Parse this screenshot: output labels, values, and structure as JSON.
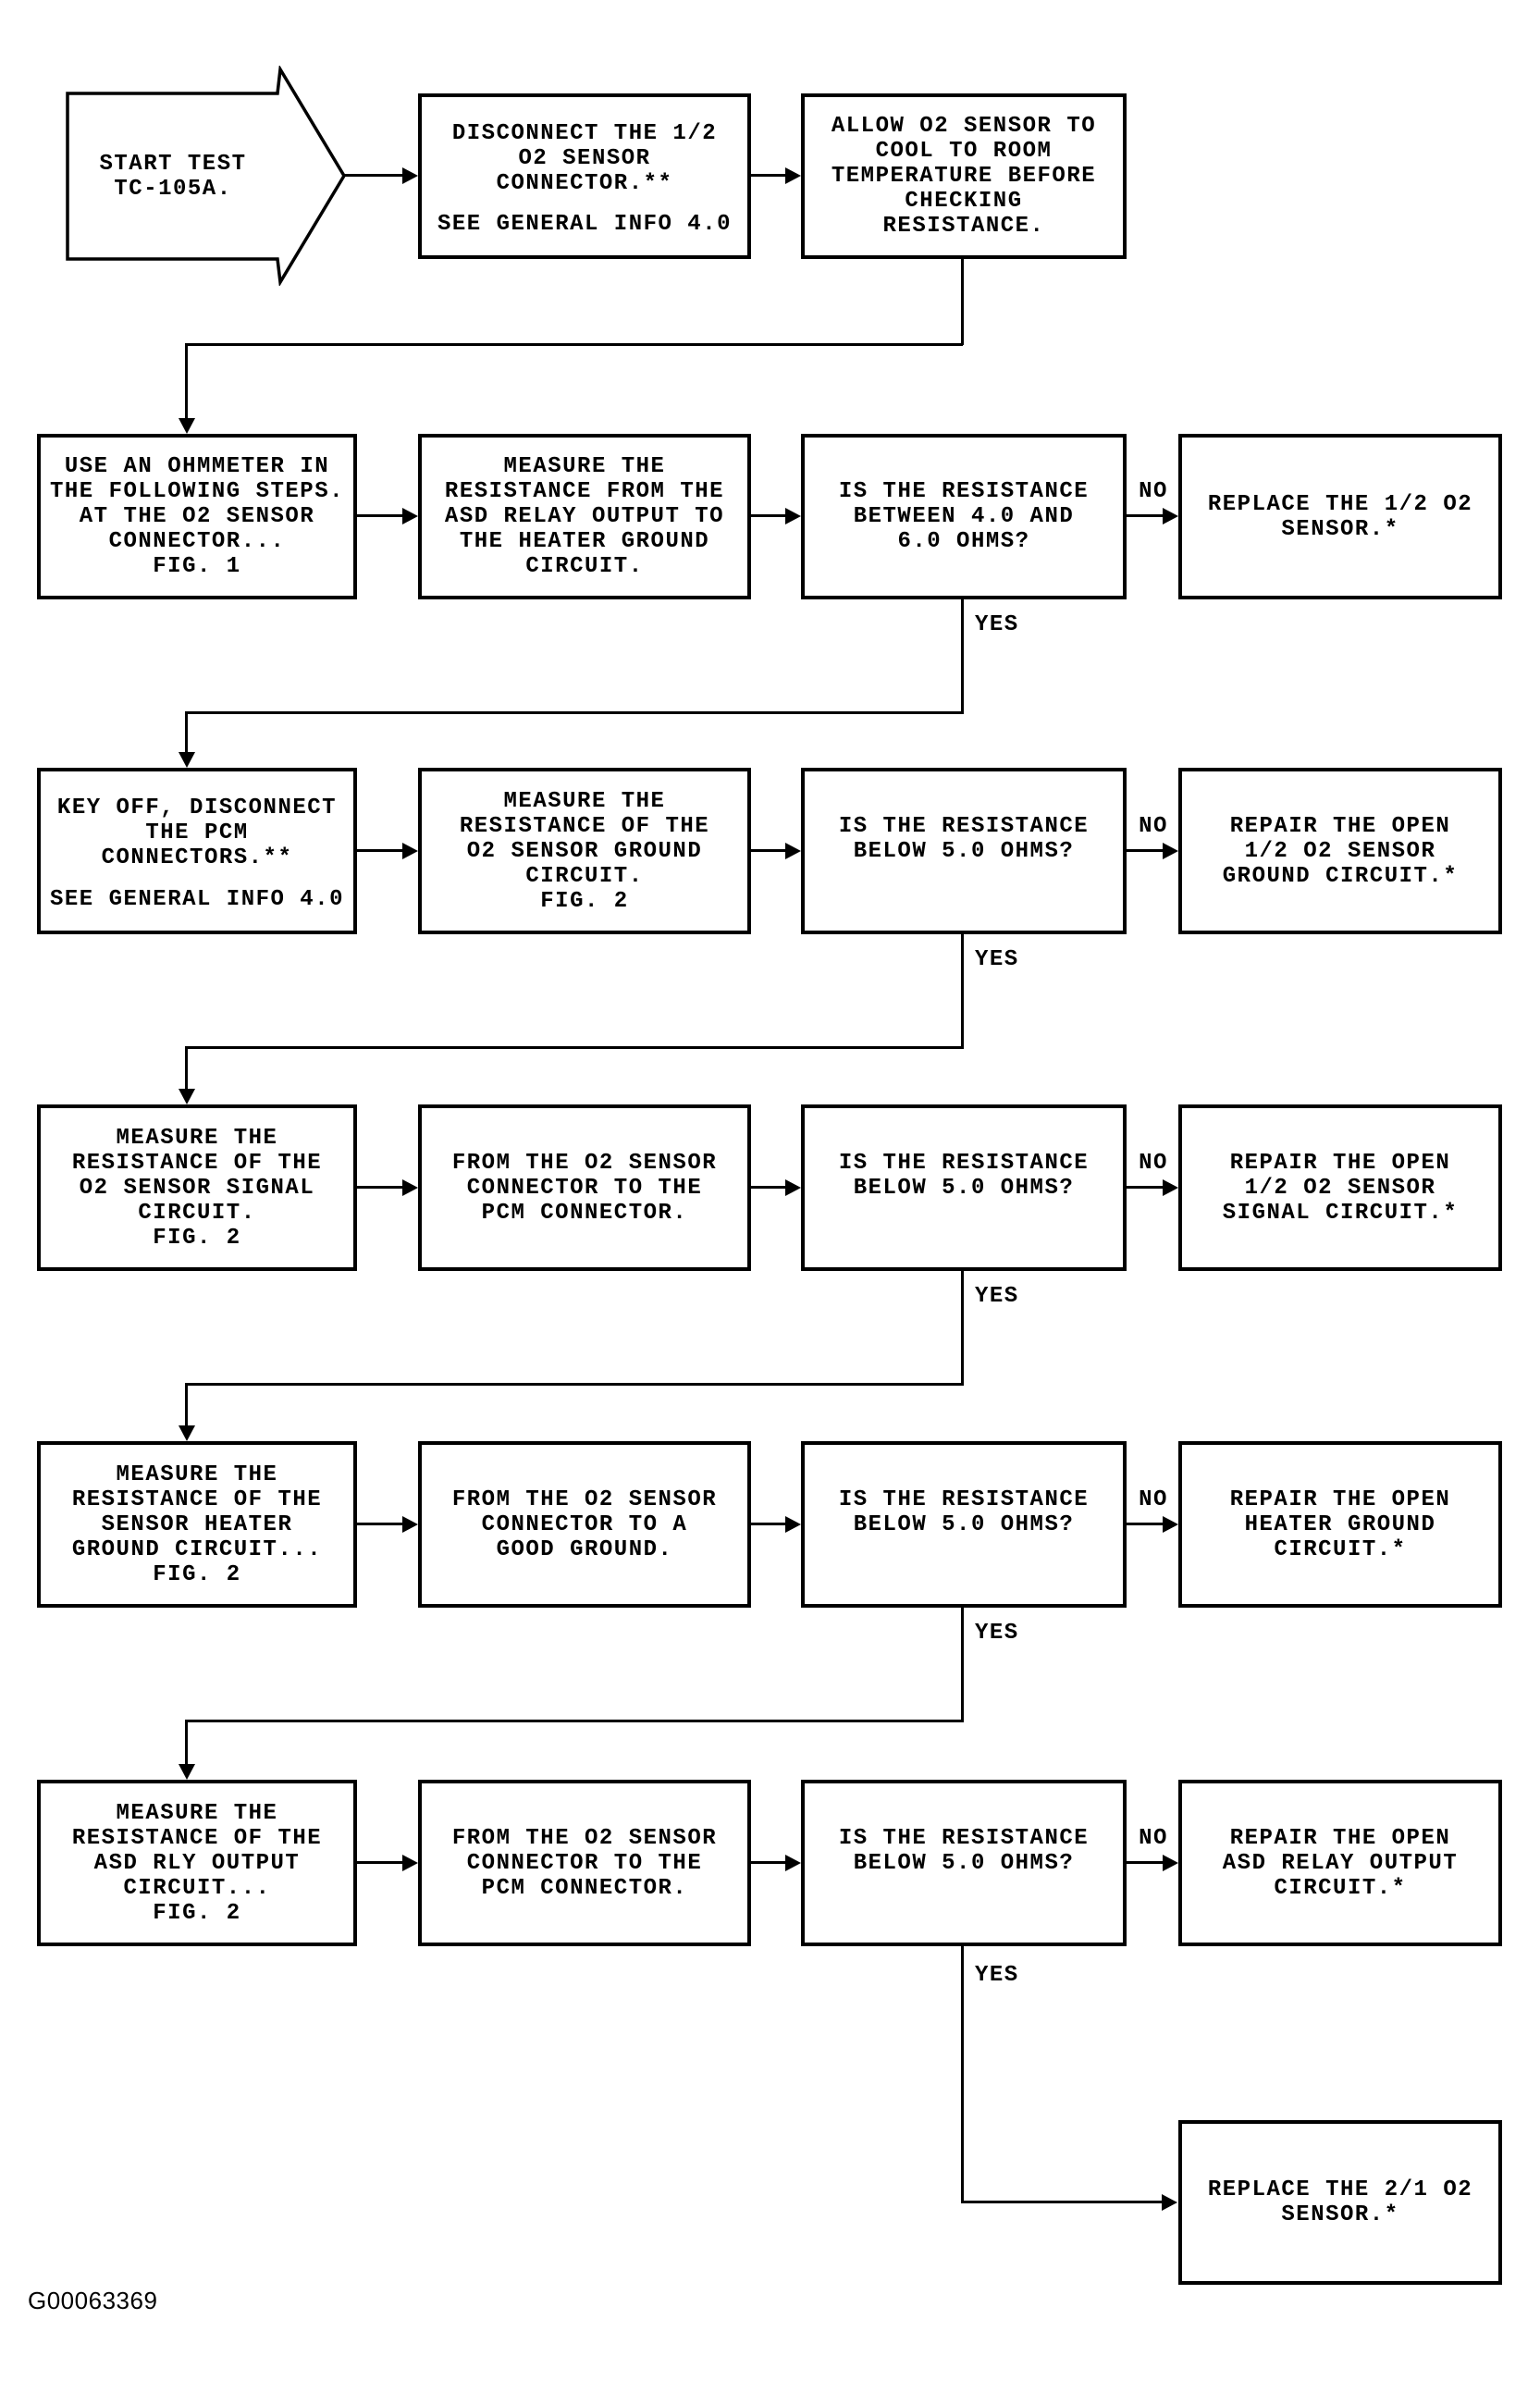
{
  "figure_label": "G00063369",
  "labels": {
    "yes": "YES",
    "no": "NO"
  },
  "start": {
    "text": "START TEST\nTC-105A."
  },
  "boxes": {
    "r1c2": {
      "text": "DISCONNECT THE 1/2\nO2 SENSOR\nCONNECTOR.**",
      "footer": "SEE GENERAL INFO 4.0"
    },
    "r1c3": {
      "text": "ALLOW O2 SENSOR TO\nCOOL TO ROOM\nTEMPERATURE BEFORE\nCHECKING\nRESISTANCE."
    },
    "r2c1": {
      "text": "USE AN OHMMETER IN\nTHE FOLLOWING STEPS.\nAT THE O2 SENSOR\nCONNECTOR...\nFIG. 1"
    },
    "r2c2": {
      "text": "MEASURE THE\nRESISTANCE FROM THE\nASD RELAY OUTPUT TO\nTHE HEATER GROUND\nCIRCUIT."
    },
    "r2c3": {
      "text": "IS THE RESISTANCE\nBETWEEN 4.0 AND\n6.0 OHMS?"
    },
    "r2c4": {
      "text": "REPLACE THE 1/2 O2\nSENSOR.*"
    },
    "r3c1": {
      "text": "KEY OFF, DISCONNECT\nTHE PCM\nCONNECTORS.**",
      "footer": "SEE GENERAL INFO 4.0"
    },
    "r3c2": {
      "text": "MEASURE THE\nRESISTANCE OF THE\nO2 SENSOR GROUND\nCIRCUIT.\nFIG. 2"
    },
    "r3c3": {
      "text": "IS THE RESISTANCE\nBELOW 5.0 OHMS?"
    },
    "r3c4": {
      "text": "REPAIR THE OPEN\n1/2 O2 SENSOR\nGROUND CIRCUIT.*"
    },
    "r4c1": {
      "text": "MEASURE THE\nRESISTANCE OF THE\nO2 SENSOR SIGNAL\nCIRCUIT.\nFIG. 2"
    },
    "r4c2": {
      "text": "FROM THE O2 SENSOR\nCONNECTOR TO THE\nPCM CONNECTOR."
    },
    "r4c3": {
      "text": "IS THE RESISTANCE\nBELOW 5.0 OHMS?"
    },
    "r4c4": {
      "text": "REPAIR THE OPEN\n1/2 O2 SENSOR\nSIGNAL CIRCUIT.*"
    },
    "r5c1": {
      "text": "MEASURE THE\nRESISTANCE OF THE\nSENSOR HEATER\nGROUND CIRCUIT...\nFIG. 2"
    },
    "r5c2": {
      "text": "FROM THE O2 SENSOR\nCONNECTOR TO A\nGOOD GROUND."
    },
    "r5c3": {
      "text": "IS THE RESISTANCE\nBELOW 5.0 OHMS?"
    },
    "r5c4": {
      "text": "REPAIR THE OPEN\nHEATER GROUND\nCIRCUIT.*"
    },
    "r6c1": {
      "text": "MEASURE THE\nRESISTANCE OF THE\nASD RLY OUTPUT\nCIRCUIT...\nFIG. 2"
    },
    "r6c2": {
      "text": "FROM THE O2 SENSOR\nCONNECTOR TO THE\nPCM CONNECTOR."
    },
    "r6c3": {
      "text": "IS THE RESISTANCE\nBELOW 5.0 OHMS?"
    },
    "r6c4": {
      "text": "REPAIR THE OPEN\nASD RELAY OUTPUT\nCIRCUIT.*"
    },
    "r7c4": {
      "text": "REPLACE THE 2/1 O2\nSENSOR.*"
    }
  },
  "colors": {
    "ink": "#000000",
    "paper": "#ffffff"
  }
}
